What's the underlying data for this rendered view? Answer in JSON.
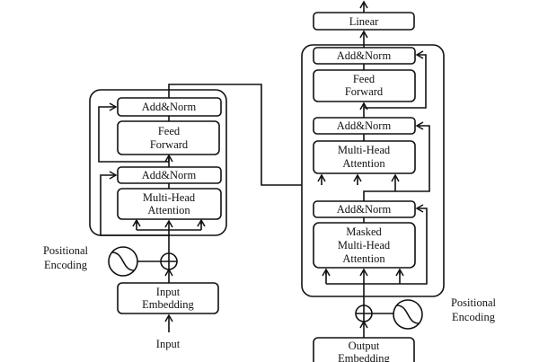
{
  "encoder": {
    "add_norm_top": "Add&Norm",
    "feed_forward": [
      "Feed",
      "Forward"
    ],
    "add_norm_bottom": "Add&Norm",
    "attention": [
      "Multi-Head",
      "Attention"
    ],
    "positional_encoding": [
      "Positional",
      "Encoding"
    ],
    "embedding": [
      "Input",
      "Embedding"
    ],
    "input_label": "Input"
  },
  "decoder": {
    "linear": "Linear",
    "add_norm_top": "Add&Norm",
    "feed_forward": [
      "Feed",
      "Forward"
    ],
    "add_norm_mid": "Add&Norm",
    "attention": [
      "Multi-Head",
      "Attention"
    ],
    "add_norm_bottom": "Add&Norm",
    "masked_attention": [
      "Masked",
      "Multi-Head",
      "Attention"
    ],
    "positional_encoding": [
      "Positional",
      "Encoding"
    ],
    "embedding": [
      "Output",
      "Embedding"
    ]
  }
}
